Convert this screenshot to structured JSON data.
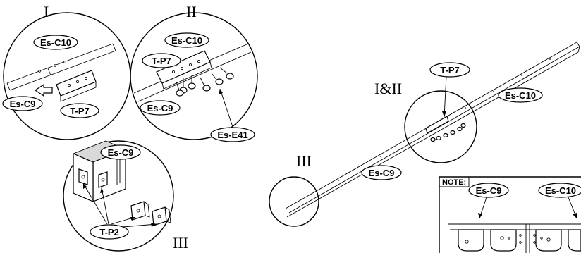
{
  "roman_numerals": {
    "detail_1": "I",
    "detail_2": "II",
    "detail_3": "III",
    "main_joint": "I&II",
    "main_end": "III"
  },
  "parts": {
    "cap_rail_c10": "Es-C10",
    "cap_rail_c9": "Es-C9",
    "connector_plate": "T-P7",
    "screw": "Es-E41",
    "bracket": "T-P2"
  },
  "note_box": {
    "title": "NOTE:",
    "left_label": "Es-C9",
    "right_label": "Es-C10"
  }
}
